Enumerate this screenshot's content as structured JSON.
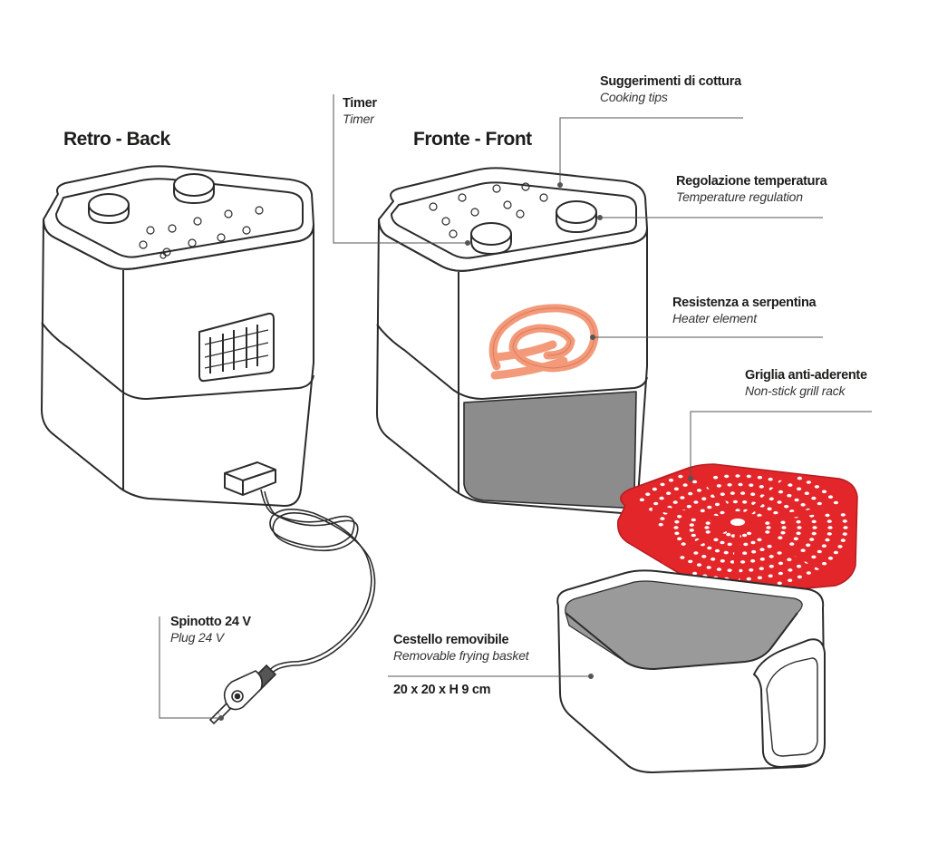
{
  "titles": {
    "back": "Retro - Back",
    "front": "Fronte - Front"
  },
  "callouts": {
    "timer": {
      "it": "Timer",
      "en": "Timer"
    },
    "tips": {
      "it": "Suggerimenti di cottura",
      "en": "Cooking tips"
    },
    "temperature": {
      "it": "Regolazione temperatura",
      "en": "Temperature regulation"
    },
    "heater": {
      "it": "Resistenza a serpentina",
      "en": "Heater element"
    },
    "rack": {
      "it": "Griglia anti-aderente",
      "en": "Non-stick grill rack"
    },
    "plug": {
      "it": "Spinotto 24 V",
      "en": "Plug 24 V"
    },
    "basket": {
      "it": "Cestello removibile",
      "en": "Removable frying basket",
      "dims": "20 x 20 x H 9 cm"
    }
  },
  "colors": {
    "outline": "#2b2b2b",
    "heater": "#f39a7a",
    "rack": "#e3262a",
    "window": "#8c8c8c",
    "basket_floor": "#9a9a9a",
    "leader": "#555555"
  }
}
